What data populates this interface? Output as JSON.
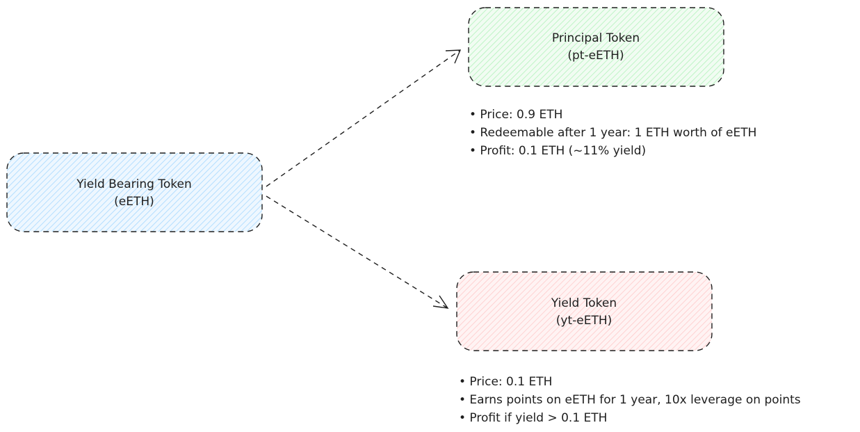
{
  "colors": {
    "stroke": "#1e1e1e",
    "yield_bearing_fill": "#a5d8ff",
    "principal_fill": "#b2f2bb",
    "yield_fill": "#ffc9c9"
  },
  "nodes": {
    "yield_bearing": {
      "line1": "Yield Bearing Token",
      "line2": "(eETH)"
    },
    "principal": {
      "line1": "Principal Token",
      "line2": "(pt-eETH)"
    },
    "yield": {
      "line1": "Yield Token",
      "line2": "(yt-eETH)"
    }
  },
  "notes": {
    "principal": [
      "• Price: 0.9 ETH",
      "• Redeemable after 1 year: 1 ETH worth of eETH",
      "• Profit: 0.1 ETH (~11% yield)"
    ],
    "yield": [
      "• Price: 0.1 ETH",
      "• Earns points on eETH for 1 year, 10x leverage on points",
      "• Profit if yield > 0.1 ETH"
    ]
  }
}
